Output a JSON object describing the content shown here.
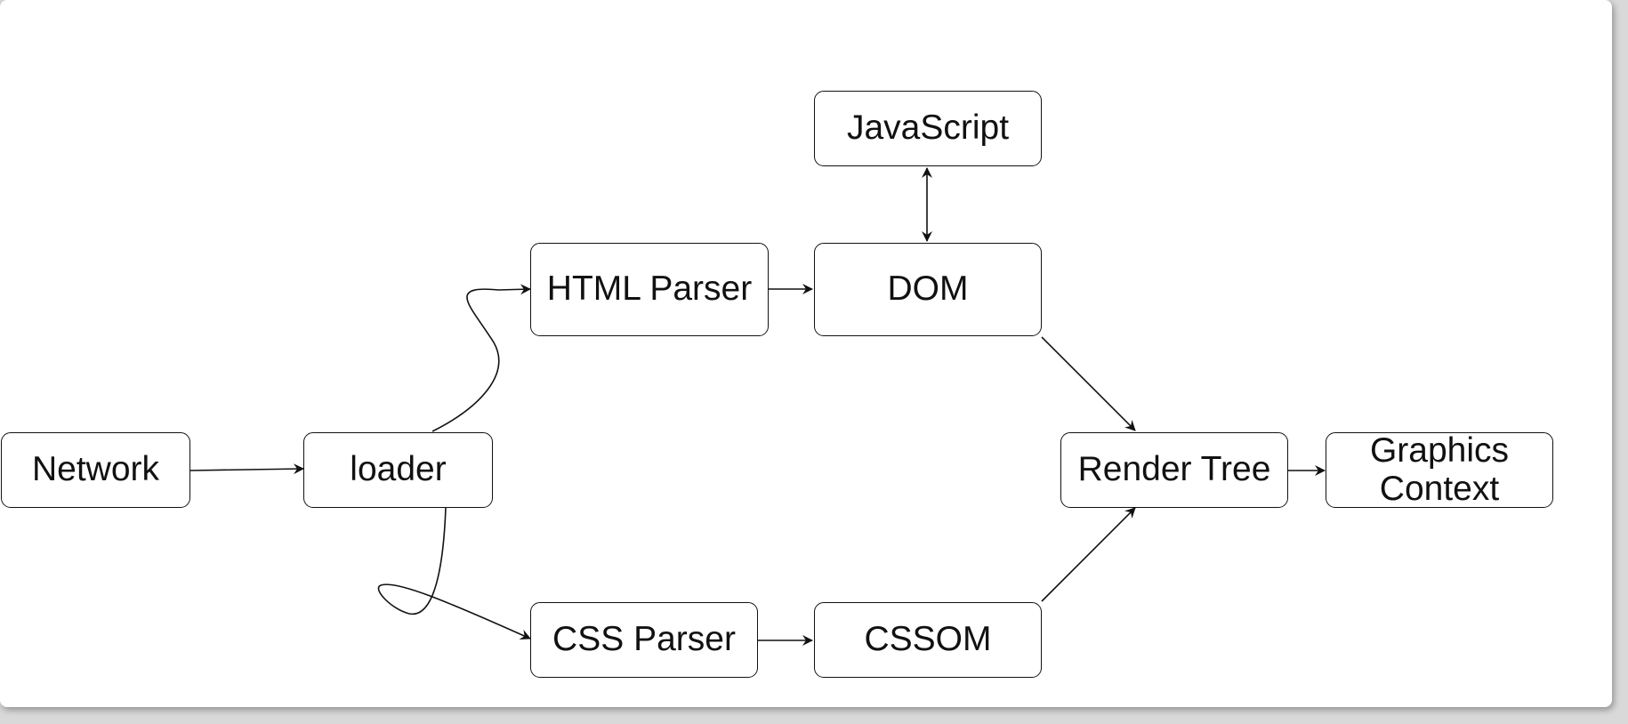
{
  "diagram": {
    "nodes": {
      "network": "Network",
      "loader": "loader",
      "html_parser": "HTML Parser",
      "dom": "DOM",
      "javascript": "JavaScript",
      "css_parser": "CSS Parser",
      "cssom": "CSSOM",
      "render_tree": "Render Tree",
      "graphics_context": "Graphics\nContext"
    }
  },
  "colors": {
    "stroke": "#111111",
    "background": "#ffffff",
    "backdrop": "#d9d9d9"
  }
}
